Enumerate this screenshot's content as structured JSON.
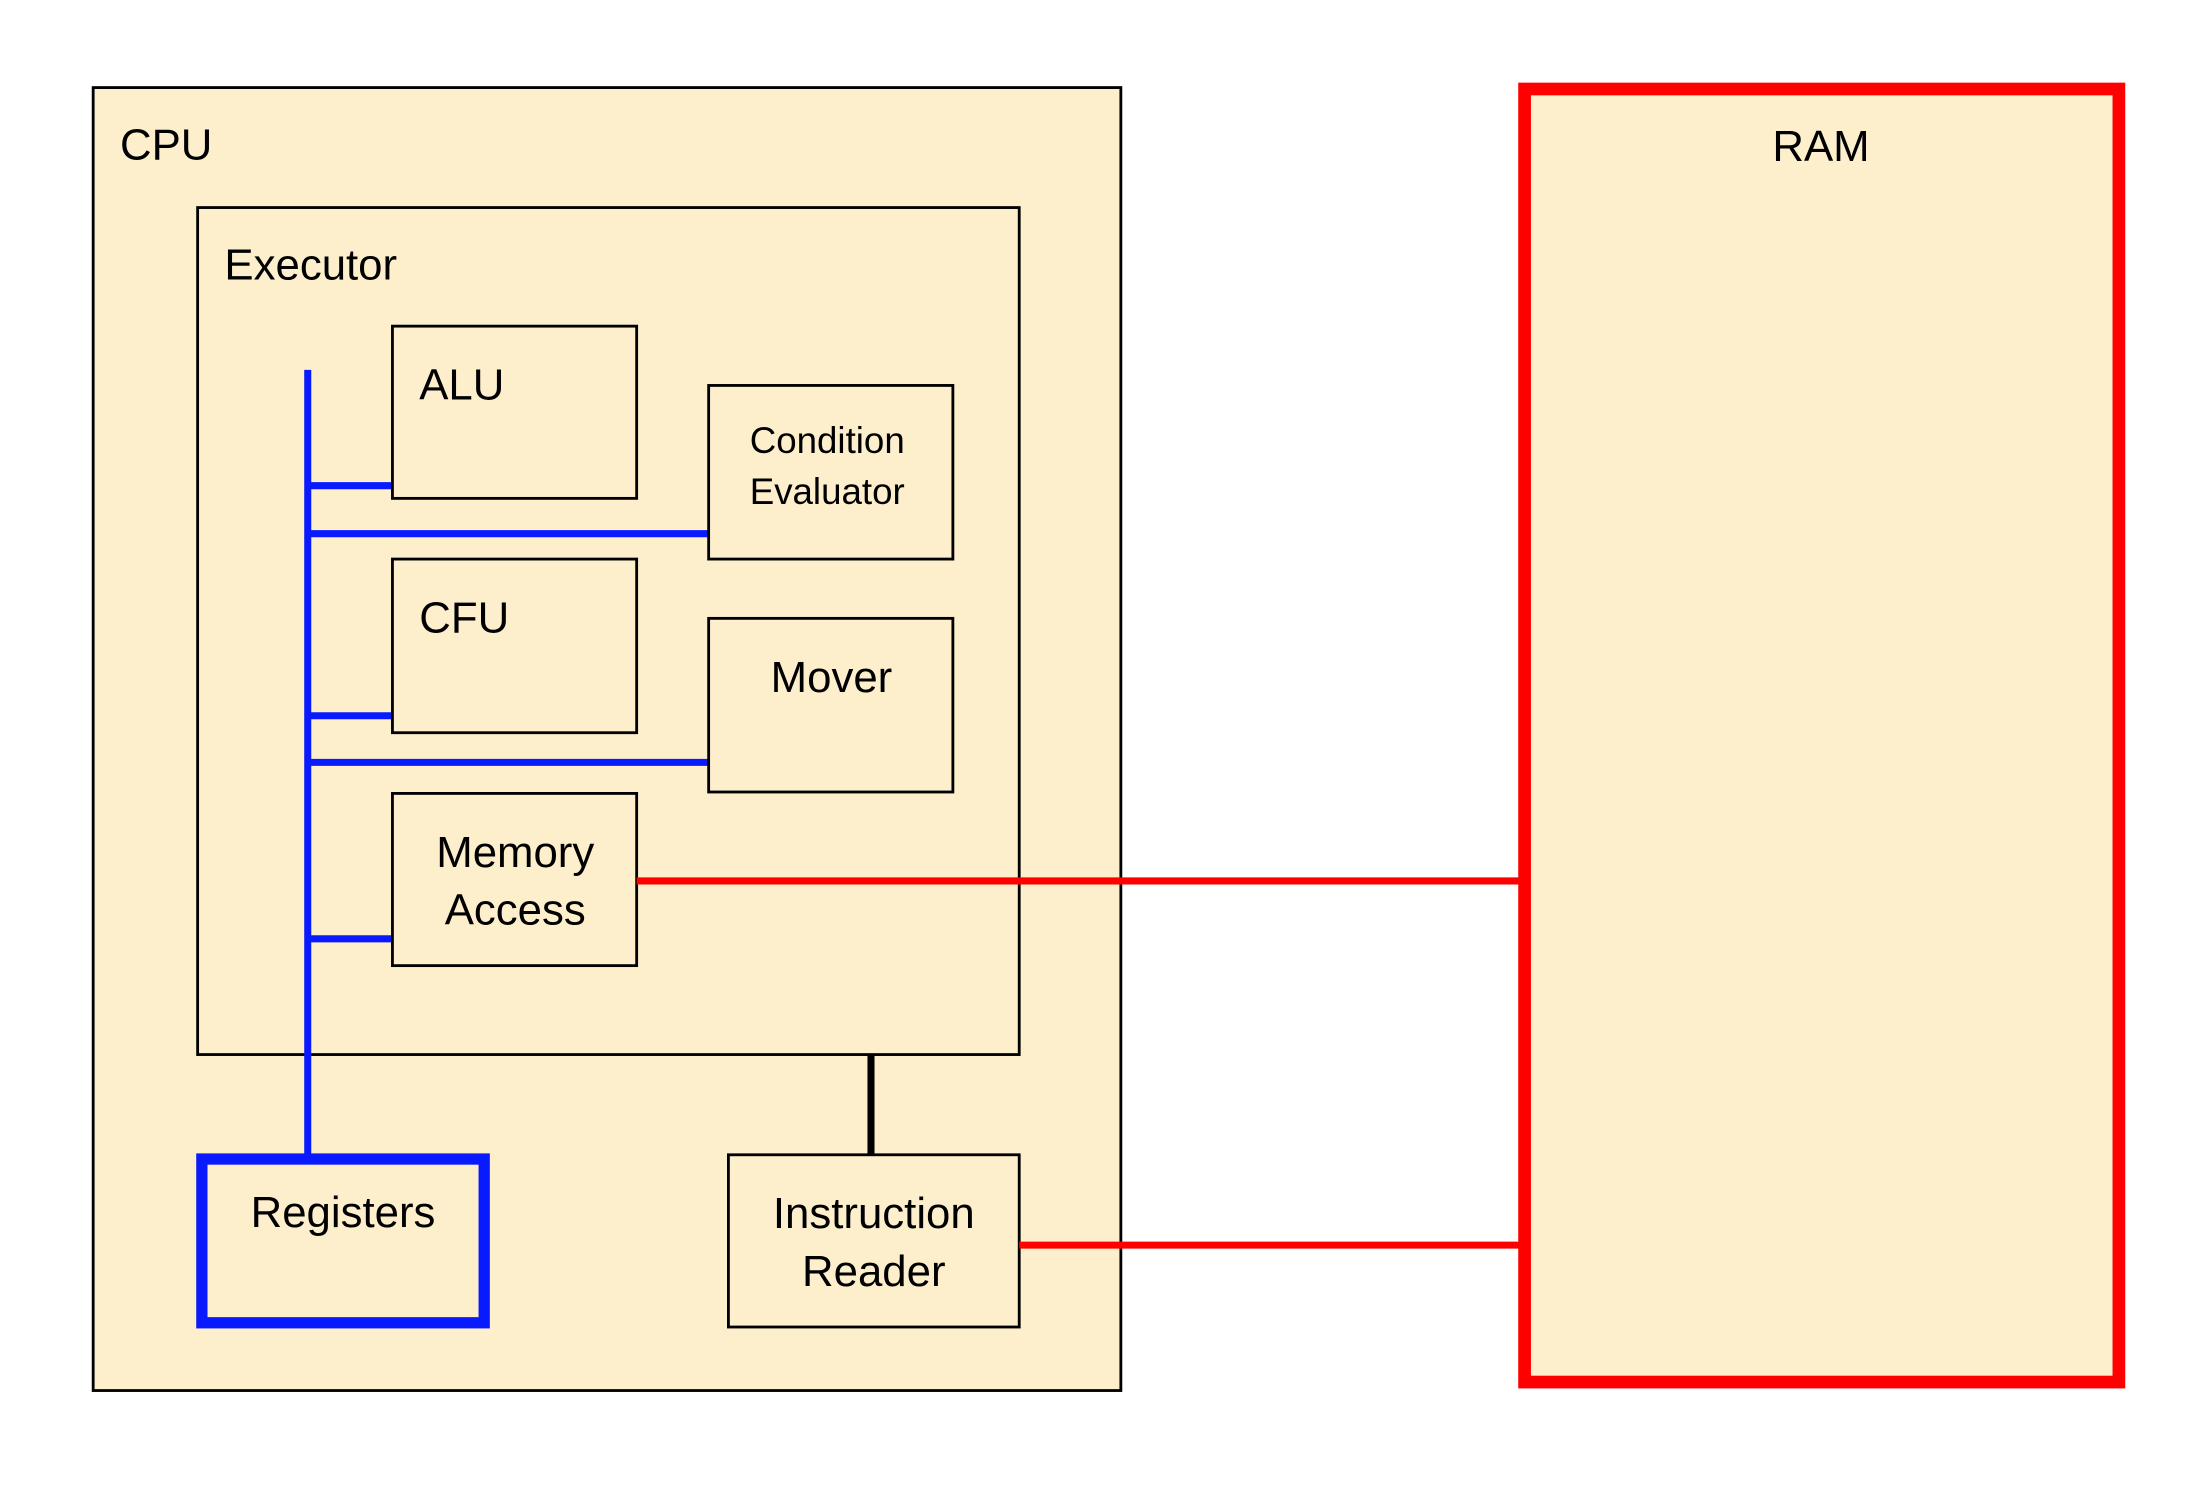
{
  "colors": {
    "background": "#ffffff",
    "box_fill": "#fdefcc",
    "outline": "#000000",
    "register_bus": "#0a1aff",
    "memory_bus": "#ff0000"
  },
  "cpu": {
    "label": "CPU",
    "executor": {
      "label": "Executor",
      "alu": {
        "label": "ALU"
      },
      "condition_evaluator": {
        "line1": "Condition",
        "line2": "Evaluator"
      },
      "cfu": {
        "label": "CFU"
      },
      "mover": {
        "label": "Mover"
      },
      "memory_access": {
        "line1": "Memory",
        "line2": "Access"
      }
    },
    "registers": {
      "label": "Registers"
    },
    "instruction_reader": {
      "line1": "Instruction",
      "line2": "Reader"
    }
  },
  "ram": {
    "label": "RAM"
  }
}
